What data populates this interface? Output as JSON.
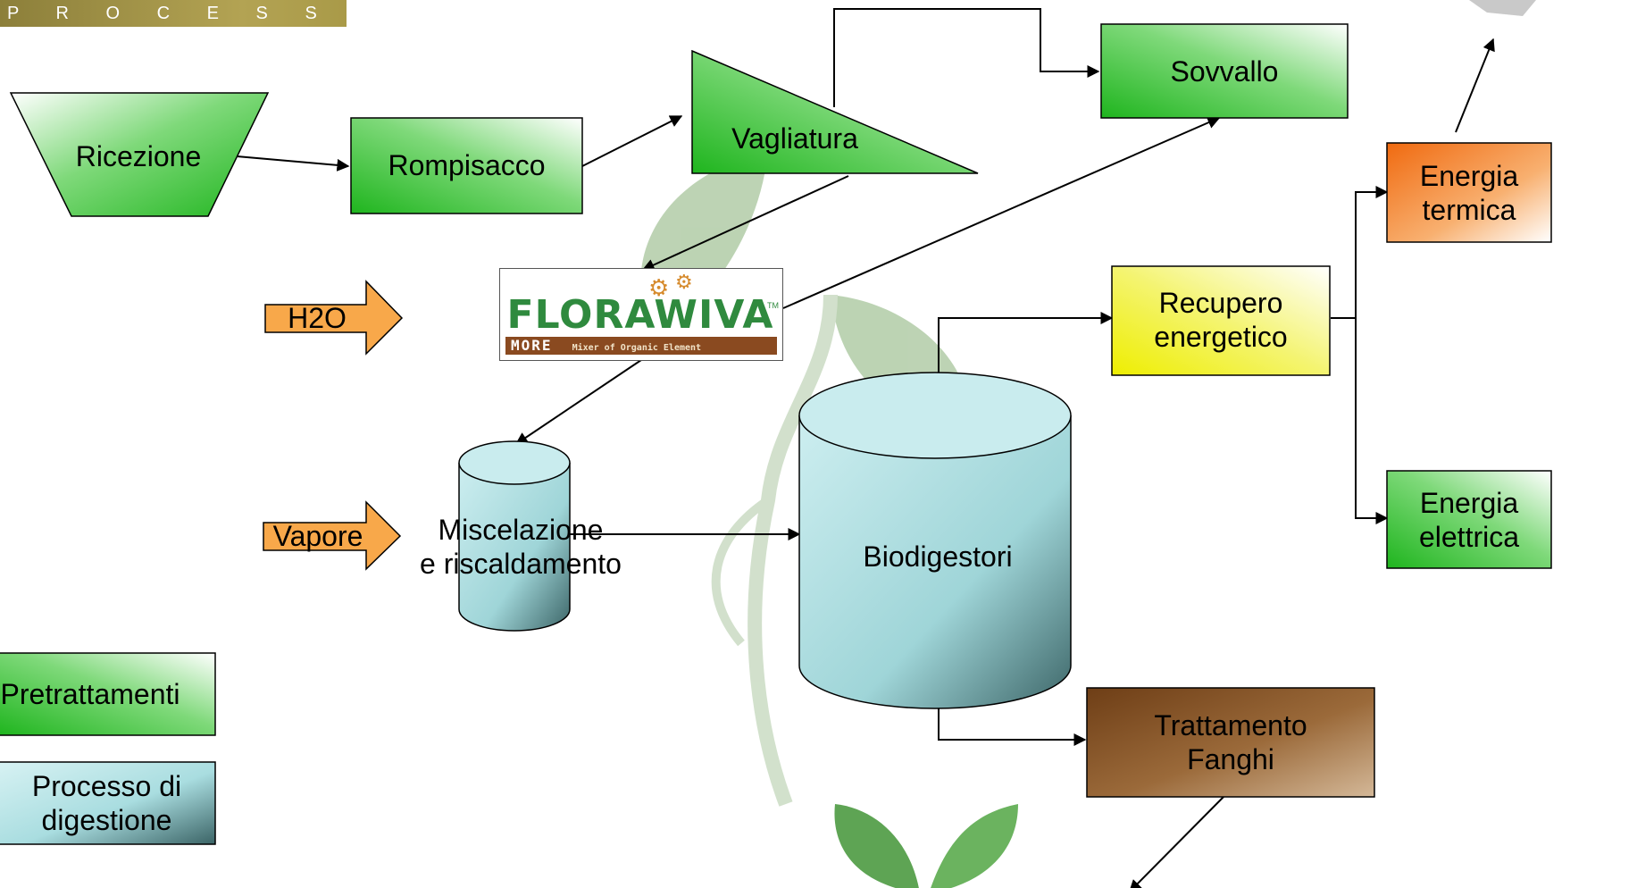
{
  "banner": {
    "text": "P R O C E S S O"
  },
  "nodes": {
    "ricezione": "Ricezione",
    "rompisacco": "Rompisacco",
    "vagliatura": "Vagliatura",
    "sovvallo": "Sovvallo",
    "h2o": "H2O",
    "vapore": "Vapore",
    "miscelazione": "Miscelazione\ne riscaldamento",
    "biodigestori": "Biodigestori",
    "recupero": "Recupero\nenergetico",
    "energia_termica": "Energia\ntermica",
    "energia_elettrica": "Energia\nelettrica",
    "trattamento": "Trattamento\nFanghi"
  },
  "logo": {
    "brand": "FLORAWIVA",
    "tm": "TM",
    "sub_brand": "MORE",
    "tagline": "Mixer of Organic Element"
  },
  "legend": {
    "pretrattamenti": "Pretrattamenti",
    "processo": "Processo di\ndigestione"
  },
  "colors": {
    "green": "#3cc23a",
    "cyan": "#a9dde0",
    "orange": "#f8a84a",
    "yellow": "#f2f21a",
    "brown": "#8c5a2c",
    "orange_energy": "#f58a1f",
    "leaf": "#5ea454"
  }
}
